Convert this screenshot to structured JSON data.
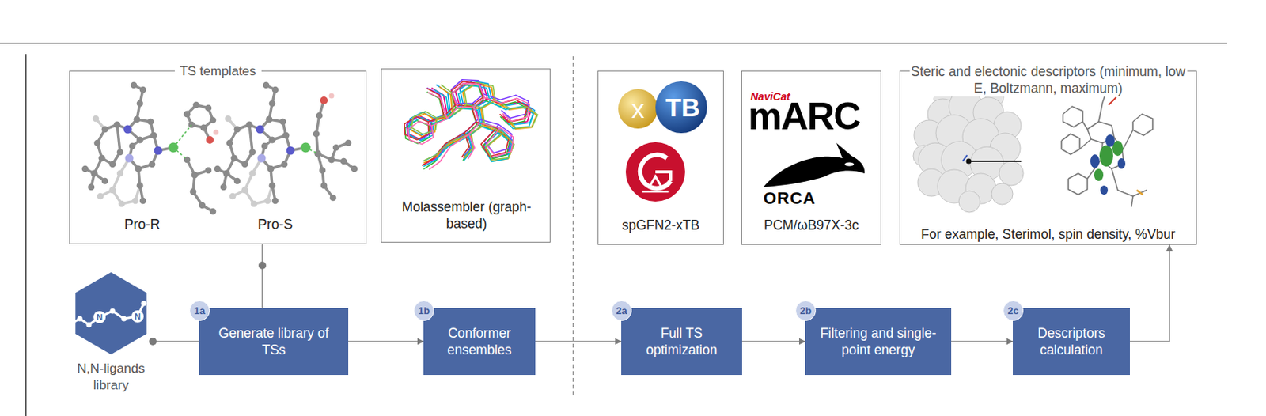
{
  "diagram": {
    "nodes": [
      {
        "text": [
          "TS templates",
          "Pro-R",
          "Pro-S"
        ]
      },
      {
        "text": [
          "Molassembler (graph-based)"
        ]
      },
      {
        "text": [
          "spGFN2-xTB"
        ]
      },
      {
        "text": [
          "PCM/ωB97X-3c"
        ]
      },
      {
        "text": [
          "Steric and electonic descriptors (minimum, low E, Boltzmann, maximum)",
          "For example, Sterimol, spin density, %Vbur"
        ]
      },
      {
        "text": [
          "N",
          "N",
          "N,N-ligands library"
        ]
      },
      {
        "text": [
          "1a",
          "Generate library of TSs"
        ]
      },
      {
        "text": [
          "1b",
          "Conformer ensembles"
        ]
      },
      {
        "text": [
          "2a",
          "Full TS optimization"
        ]
      },
      {
        "text": [
          "2b",
          "Filtering and single-point energy"
        ]
      },
      {
        "text": [
          "2c",
          "Descriptors calculation"
        ]
      }
    ],
    "edges": [
      {
        "from": 5,
        "to": 6,
        "arrow": "none"
      },
      {
        "from": 6,
        "to": 0,
        "arrow": "none"
      },
      {
        "from": 6,
        "to": 7,
        "arrow": "to"
      },
      {
        "from": 7,
        "to": 8,
        "arrow": "to"
      },
      {
        "from": 8,
        "to": 9,
        "arrow": "to"
      },
      {
        "from": 9,
        "to": 10,
        "arrow": "to"
      },
      {
        "from": 10,
        "to": 4,
        "arrow": "to"
      }
    ],
    "labels": [
      "x",
      "TB",
      "NaviCat",
      "mARC",
      "ORCA"
    ]
  }
}
